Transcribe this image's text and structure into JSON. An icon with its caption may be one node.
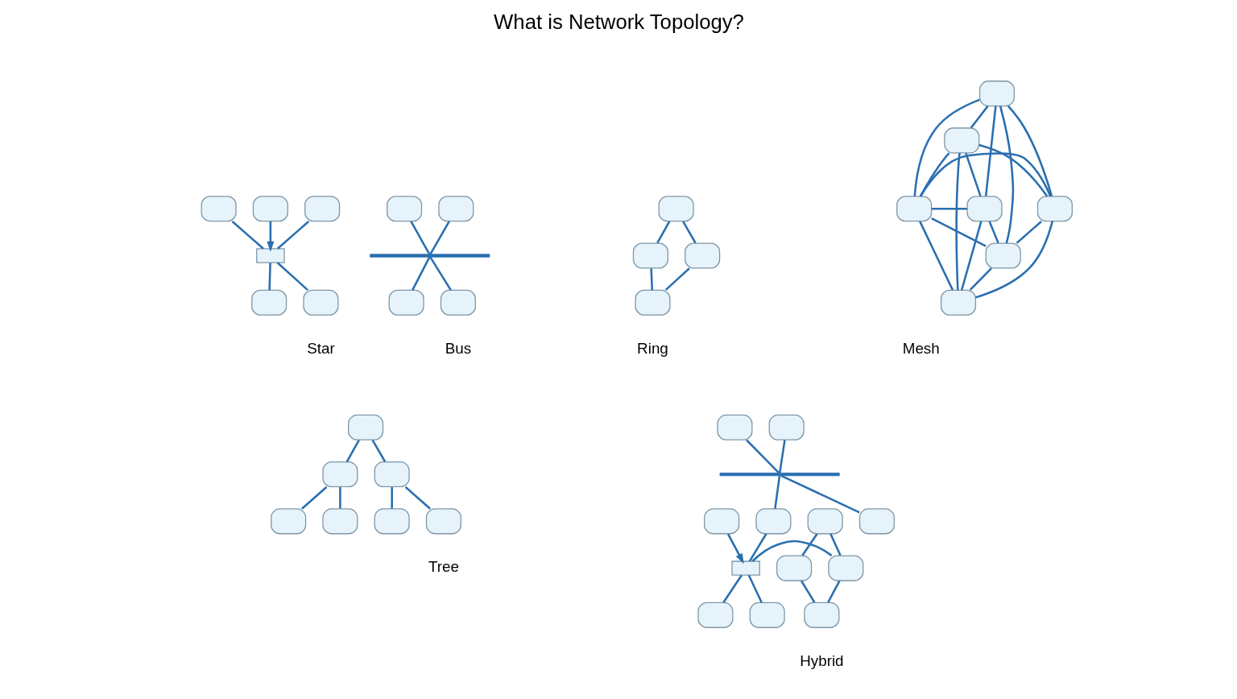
{
  "diagram": {
    "title": "What is Network Topology?",
    "nodes": [
      {
        "text": [],
        "shape": "bar"
      },
      {
        "text": [],
        "shape": "computer"
      },
      {
        "text": [],
        "shape": "computer"
      },
      {
        "text": [],
        "shape": "computer"
      },
      {
        "text": [],
        "shape": "computer"
      },
      {
        "text": [],
        "shape": "computer"
      },
      {
        "text": [],
        "shape": "computer"
      },
      {
        "text": [],
        "shape": "computer"
      },
      {
        "text": [],
        "shape": "computer"
      },
      {
        "text": [],
        "shape": "computer"
      },
      {
        "text": [],
        "shape": "computer"
      },
      {
        "text": [],
        "shape": "computer"
      },
      {
        "text": [],
        "shape": "box"
      },
      {
        "text": [],
        "shape": "computer"
      },
      {
        "text": [],
        "shape": "computer"
      },
      {
        "text": [],
        "shape": "computer"
      },
      {
        "text": [],
        "shape": "computer"
      },
      {
        "text": [],
        "shape": "computer"
      },
      {
        "text": [],
        "shape": "computer"
      },
      {
        "text": [],
        "shape": "computer"
      },
      {
        "text": [],
        "shape": "computer"
      },
      {
        "text": [],
        "shape": "computer"
      },
      {
        "text": [],
        "shape": "computer"
      },
      {
        "text": [],
        "shape": "computer"
      },
      {
        "text": [],
        "shape": "computer"
      },
      {
        "text": [],
        "shape": "computer"
      },
      {
        "text": [],
        "shape": "computer"
      },
      {
        "text": [],
        "shape": "computer"
      },
      {
        "text": [],
        "shape": "computer"
      },
      {
        "text": [],
        "shape": "computer"
      },
      {
        "text": [],
        "shape": "computer"
      },
      {
        "text": [],
        "shape": "computer"
      },
      {
        "text": [],
        "shape": "computer"
      },
      {
        "text": [],
        "shape": "computer"
      },
      {
        "text": [],
        "shape": "bar"
      },
      {
        "text": [],
        "shape": "box"
      },
      {
        "text": [],
        "shape": "computer"
      },
      {
        "text": [],
        "shape": "computer"
      },
      {
        "text": [],
        "shape": "computer"
      },
      {
        "text": [],
        "shape": "computer"
      },
      {
        "text": [],
        "shape": "computer"
      },
      {
        "text": [],
        "shape": "computer"
      }
    ],
    "edges": [
      {
        "from": 1,
        "to": 0,
        "arrow": "none"
      },
      {
        "from": 2,
        "to": 0,
        "arrow": "none"
      },
      {
        "from": 0,
        "to": 3,
        "arrow": "none"
      },
      {
        "from": 0,
        "to": 4,
        "arrow": "none"
      },
      {
        "from": 5,
        "to": 6,
        "arrow": "none"
      },
      {
        "from": 5,
        "to": 7,
        "arrow": "none"
      },
      {
        "from": 6,
        "to": 8,
        "arrow": "none"
      },
      {
        "from": 7,
        "to": 8,
        "arrow": "none"
      },
      {
        "from": 9,
        "to": 12,
        "arrow": "to"
      },
      {
        "from": 10,
        "to": 12,
        "arrow": "none"
      },
      {
        "from": 11,
        "to": 12,
        "arrow": "none"
      },
      {
        "from": 12,
        "to": 13,
        "arrow": "none"
      },
      {
        "from": 12,
        "to": 14,
        "arrow": "none"
      },
      {
        "from": 15,
        "to": 16,
        "arrow": "none"
      },
      {
        "from": 15,
        "to": 17,
        "arrow": "none"
      },
      {
        "from": 15,
        "to": 18,
        "arrow": "none"
      },
      {
        "from": 15,
        "to": 19,
        "arrow": "none"
      },
      {
        "from": 15,
        "to": 20,
        "arrow": "none"
      },
      {
        "from": 16,
        "to": 17,
        "arrow": "none"
      },
      {
        "from": 16,
        "to": 18,
        "arrow": "none"
      },
      {
        "from": 16,
        "to": 19,
        "arrow": "none"
      },
      {
        "from": 16,
        "to": 21,
        "arrow": "none"
      },
      {
        "from": 17,
        "to": 18,
        "arrow": "none"
      },
      {
        "from": 18,
        "to": 19,
        "arrow": "none"
      },
      {
        "from": 17,
        "to": 20,
        "arrow": "none"
      },
      {
        "from": 17,
        "to": 21,
        "arrow": "none"
      },
      {
        "from": 18,
        "to": 20,
        "arrow": "none"
      },
      {
        "from": 18,
        "to": 21,
        "arrow": "none"
      },
      {
        "from": 19,
        "to": 20,
        "arrow": "none"
      },
      {
        "from": 19,
        "to": 21,
        "arrow": "none"
      },
      {
        "from": 20,
        "to": 21,
        "arrow": "none"
      },
      {
        "from": 22,
        "to": 23,
        "arrow": "none"
      },
      {
        "from": 22,
        "to": 24,
        "arrow": "none"
      },
      {
        "from": 23,
        "to": 25,
        "arrow": "none"
      },
      {
        "from": 23,
        "to": 26,
        "arrow": "none"
      },
      {
        "from": 24,
        "to": 27,
        "arrow": "none"
      },
      {
        "from": 24,
        "to": 28,
        "arrow": "none"
      },
      {
        "from": 29,
        "to": 34,
        "arrow": "none"
      },
      {
        "from": 30,
        "to": 34,
        "arrow": "none"
      },
      {
        "from": 34,
        "to": 38,
        "arrow": "none"
      },
      {
        "from": 34,
        "to": 33,
        "arrow": "none"
      },
      {
        "from": 33,
        "to": 35,
        "arrow": "none"
      },
      {
        "from": 31,
        "to": 35,
        "arrow": "to"
      },
      {
        "from": 35,
        "to": 39,
        "arrow": "none"
      },
      {
        "from": 35,
        "to": 40,
        "arrow": "none"
      },
      {
        "from": 35,
        "to": 36,
        "arrow": "none"
      },
      {
        "from": 32,
        "to": 36,
        "arrow": "none"
      },
      {
        "from": 32,
        "to": 37,
        "arrow": "none"
      },
      {
        "from": 36,
        "to": 41,
        "arrow": "none"
      },
      {
        "from": 37,
        "to": 41,
        "arrow": "none"
      }
    ],
    "labels": [
      "Bus",
      "Ring",
      "Star",
      "Mesh",
      "Tree",
      "Hybrid"
    ]
  }
}
